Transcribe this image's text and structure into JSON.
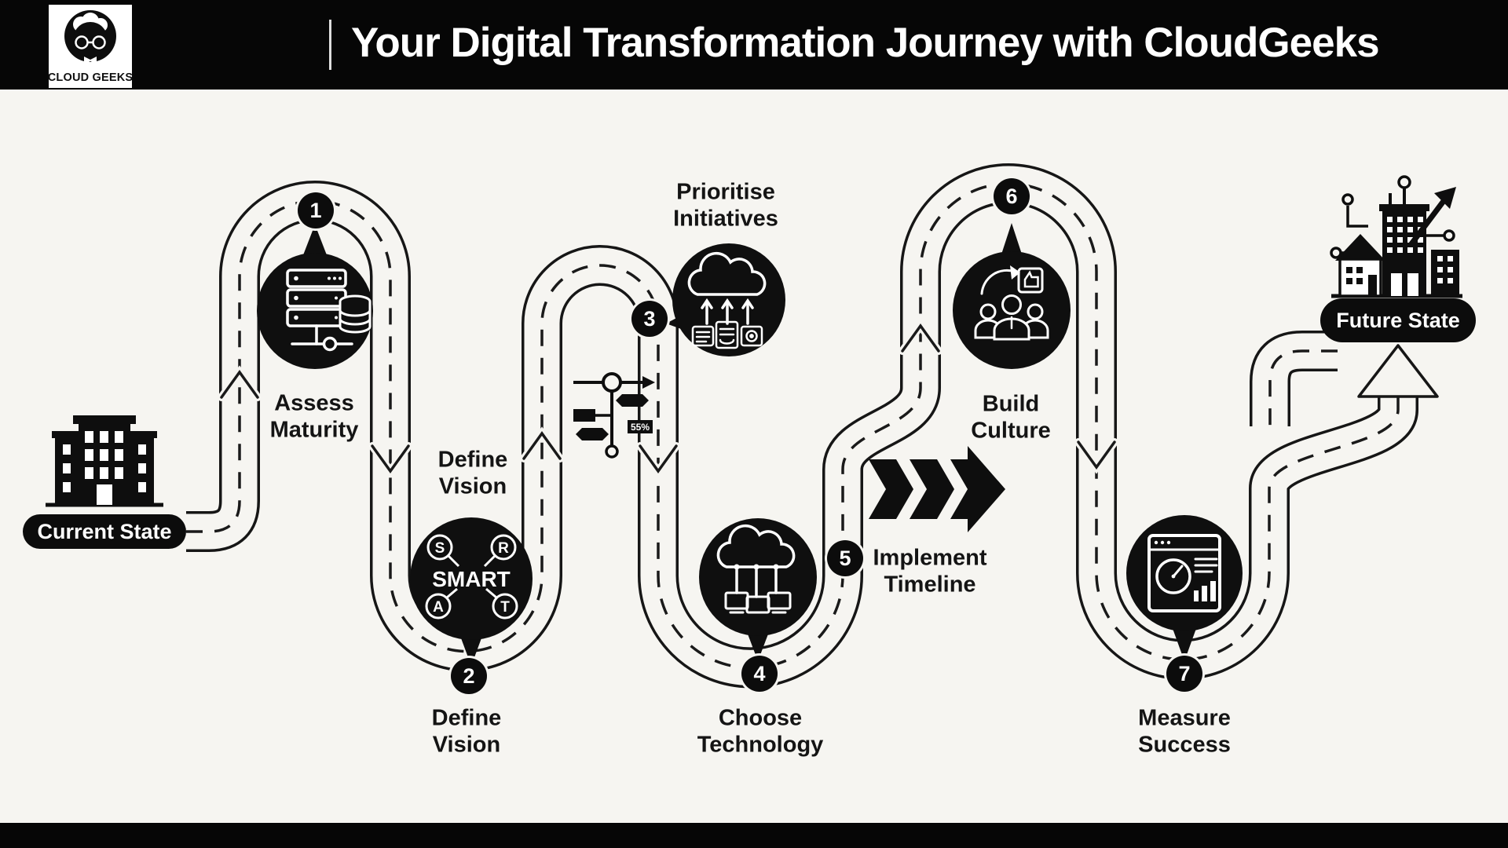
{
  "header": {
    "logo_text": "CLOUD GEEKS",
    "logo_icon": "cloud-geeks-face-icon",
    "title": "Your Digital Transformation Journey with CloudGeeks"
  },
  "journey": {
    "start_label": "Current State",
    "start_icon": "office-building-icon",
    "end_label": "Future State",
    "end_icon": "smart-city-growth-icon",
    "timeline_badge": "55%",
    "road_icons": [
      "lane-chevron-icon",
      "gantt-timeline-icon",
      "triple-chevron-arrow-icon",
      "big-up-arrow-icon"
    ],
    "steps": [
      {
        "number": "1",
        "label": "Assess\nMaturity",
        "icon": "server-assessment-icon"
      },
      {
        "number": "2",
        "label": "Define\nVision",
        "icon": "smart-goals-icon",
        "smart_center": "SMART",
        "smart_letters": [
          "S",
          "R",
          "A",
          "T"
        ]
      },
      {
        "number": "3",
        "label": "Prioritise\nInitiatives",
        "icon": "cloud-migration-icon"
      },
      {
        "number": "4",
        "label": "Choose\nTechnology",
        "icon": "cloud-network-icon"
      },
      {
        "number": "5",
        "label": "Implement\nTimeline",
        "icon": "timeline-chevrons-icon"
      },
      {
        "number": "6",
        "label": "Build\nCulture",
        "icon": "team-culture-icon"
      },
      {
        "number": "7",
        "label": "Measure\nSuccess",
        "icon": "dashboard-metrics-icon"
      }
    ]
  },
  "colors": {
    "header_bg": "#060606",
    "canvas_bg": "#f6f5f1",
    "ink": "#141414",
    "white": "#ffffff"
  }
}
